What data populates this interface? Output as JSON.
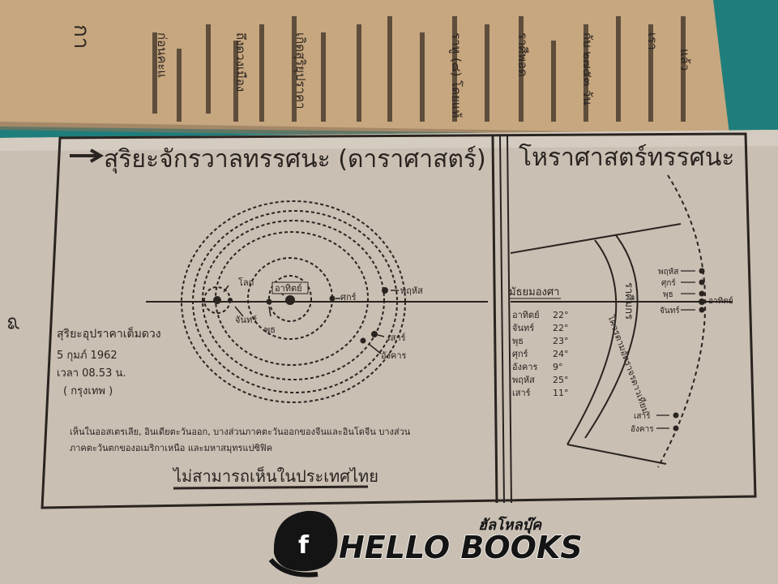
{
  "photo": {
    "description_colors": {
      "background": "#1f7e7b",
      "paper": "#c9bfb3",
      "ink": "#2a2420",
      "upper_page": "#c7a77f"
    }
  },
  "left_panel": {
    "title": "สุริยะจักรวาลทรรศนะ (ดาราศาสตร์)",
    "planets": [
      "โลก",
      "อาทิตย์",
      "จันทร์",
      "พุธ",
      "ศุกร์",
      "พฤหัส",
      "เสาร์",
      "อังคาร"
    ],
    "caption_lines": [
      "สุริยะอุปราคาเต็มดวง",
      "5 กุมภ์ 1962",
      "เวลา 08.53 น.",
      "( กรุงเทพ )"
    ],
    "footnote_lines": [
      "เห็นในออสเตรเลีย, อินเดียตะวันออก, บางส่วนภาคตะวันออกของจีนและอินโดจีน บางส่วน",
      "ภาคตะวันตกของอเมริกาเหนือ และมหาสมุทรแปซิฟิค"
    ],
    "not_visible_note": "ไม่สามารถเห็นในประเทศไทย"
  },
  "right_panel": {
    "title": "โหราศาสตร์ทรรศนะ",
    "table_header": "มัธยมองศา",
    "table_rows": [
      {
        "name": "อาทิตย์",
        "deg": "22°"
      },
      {
        "name": "จันทร์",
        "deg": "22°"
      },
      {
        "name": "พุธ",
        "deg": "23°"
      },
      {
        "name": "ศุกร์",
        "deg": "24°"
      },
      {
        "name": "อังคาร",
        "deg": "9°"
      },
      {
        "name": "พฤหัส",
        "deg": "25°"
      },
      {
        "name": "เสาร์",
        "deg": "11°"
      }
    ],
    "right_labels_top": [
      "พฤหัส",
      "ศุกร์",
      "พุธ",
      "จันทร์"
    ],
    "sun_label": "อาทิตย์",
    "right_labels_bottom": [
      "เสาร์",
      "อังคาร"
    ],
    "arc_text_inner": "ราศีมกร",
    "arc_text_outer": "โคจรตามอัตราจรดาวเทียม"
  },
  "top_page_fragments": [
    "กา",
    "ก่อนคะแ",
    "ถึงดวงเมือง",
    "เกิดสุริยุปราคา",
    "ราหู (๘) โดยแท้",
    "กับ ๒๗๕๓ วัน",
    "ราศีพอด",
    "เรา",
    "แล้ว"
  ],
  "page_number": "๘",
  "watermark": {
    "brand": "HELLO BOOKS",
    "thai": "ฮัลโหลบุ๊ค",
    "icon": "facebook-f-icon"
  }
}
